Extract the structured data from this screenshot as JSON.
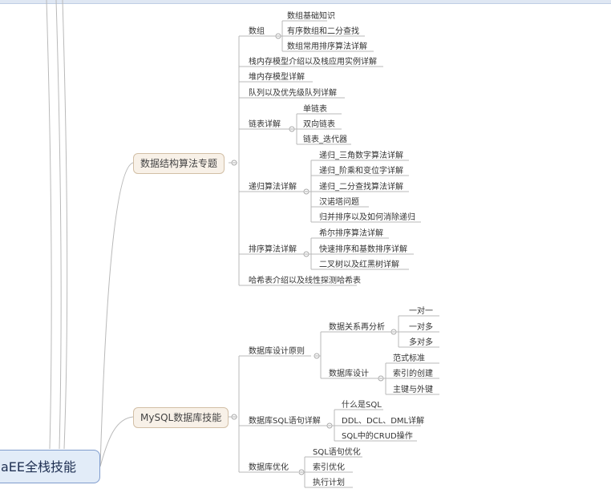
{
  "root": "aEE全栈技能",
  "topics": [
    {
      "label": "数据结构算法专题",
      "children": [
        {
          "label": "数组",
          "children": [
            {
              "label": "数组基础知识"
            },
            {
              "label": "有序数组和二分查找"
            },
            {
              "label": "数组常用排序算法详解"
            }
          ]
        },
        {
          "label": "栈内存模型介绍以及栈应用实例详解"
        },
        {
          "label": "堆内存模型详解"
        },
        {
          "label": "队列以及优先级队列详解"
        },
        {
          "label": "链表详解",
          "children": [
            {
              "label": "单链表"
            },
            {
              "label": "双向链表"
            },
            {
              "label": "链表_迭代器"
            }
          ]
        },
        {
          "label": "递归算法详解",
          "children": [
            {
              "label": "递归_三角数字算法详解"
            },
            {
              "label": "递归_阶乘和变位字详解"
            },
            {
              "label": "递归_二分查找算法详解"
            },
            {
              "label": "汉诺塔问题"
            },
            {
              "label": "归并排序以及如何消除递归"
            }
          ]
        },
        {
          "label": "排序算法详解",
          "children": [
            {
              "label": "希尔排序算法详解"
            },
            {
              "label": "快速排序和基数排序详解"
            },
            {
              "label": "二叉树以及红黑树详解"
            }
          ]
        },
        {
          "label": "哈希表介绍以及线性探测哈希表"
        }
      ]
    },
    {
      "label": "MySQL数据库技能",
      "children": [
        {
          "label": "数据库设计原则",
          "children": [
            {
              "label": "数据关系再分析",
              "children": [
                {
                  "label": "一对一"
                },
                {
                  "label": "一对多"
                },
                {
                  "label": "多对多"
                }
              ]
            },
            {
              "label": "数据库设计",
              "children": [
                {
                  "label": "范式标准"
                },
                {
                  "label": "索引的创建"
                },
                {
                  "label": "主键与外键"
                }
              ]
            }
          ]
        },
        {
          "label": "数据库SQL语句详解",
          "children": [
            {
              "label": "什么是SQL"
            },
            {
              "label": "DDL、DCL、DML详解"
            },
            {
              "label": "SQL中的CRUD操作"
            }
          ]
        },
        {
          "label": "数据库优化",
          "children": [
            {
              "label": "SQL语句优化"
            },
            {
              "label": "索引优化"
            },
            {
              "label": "执行计划"
            }
          ]
        }
      ]
    }
  ]
}
